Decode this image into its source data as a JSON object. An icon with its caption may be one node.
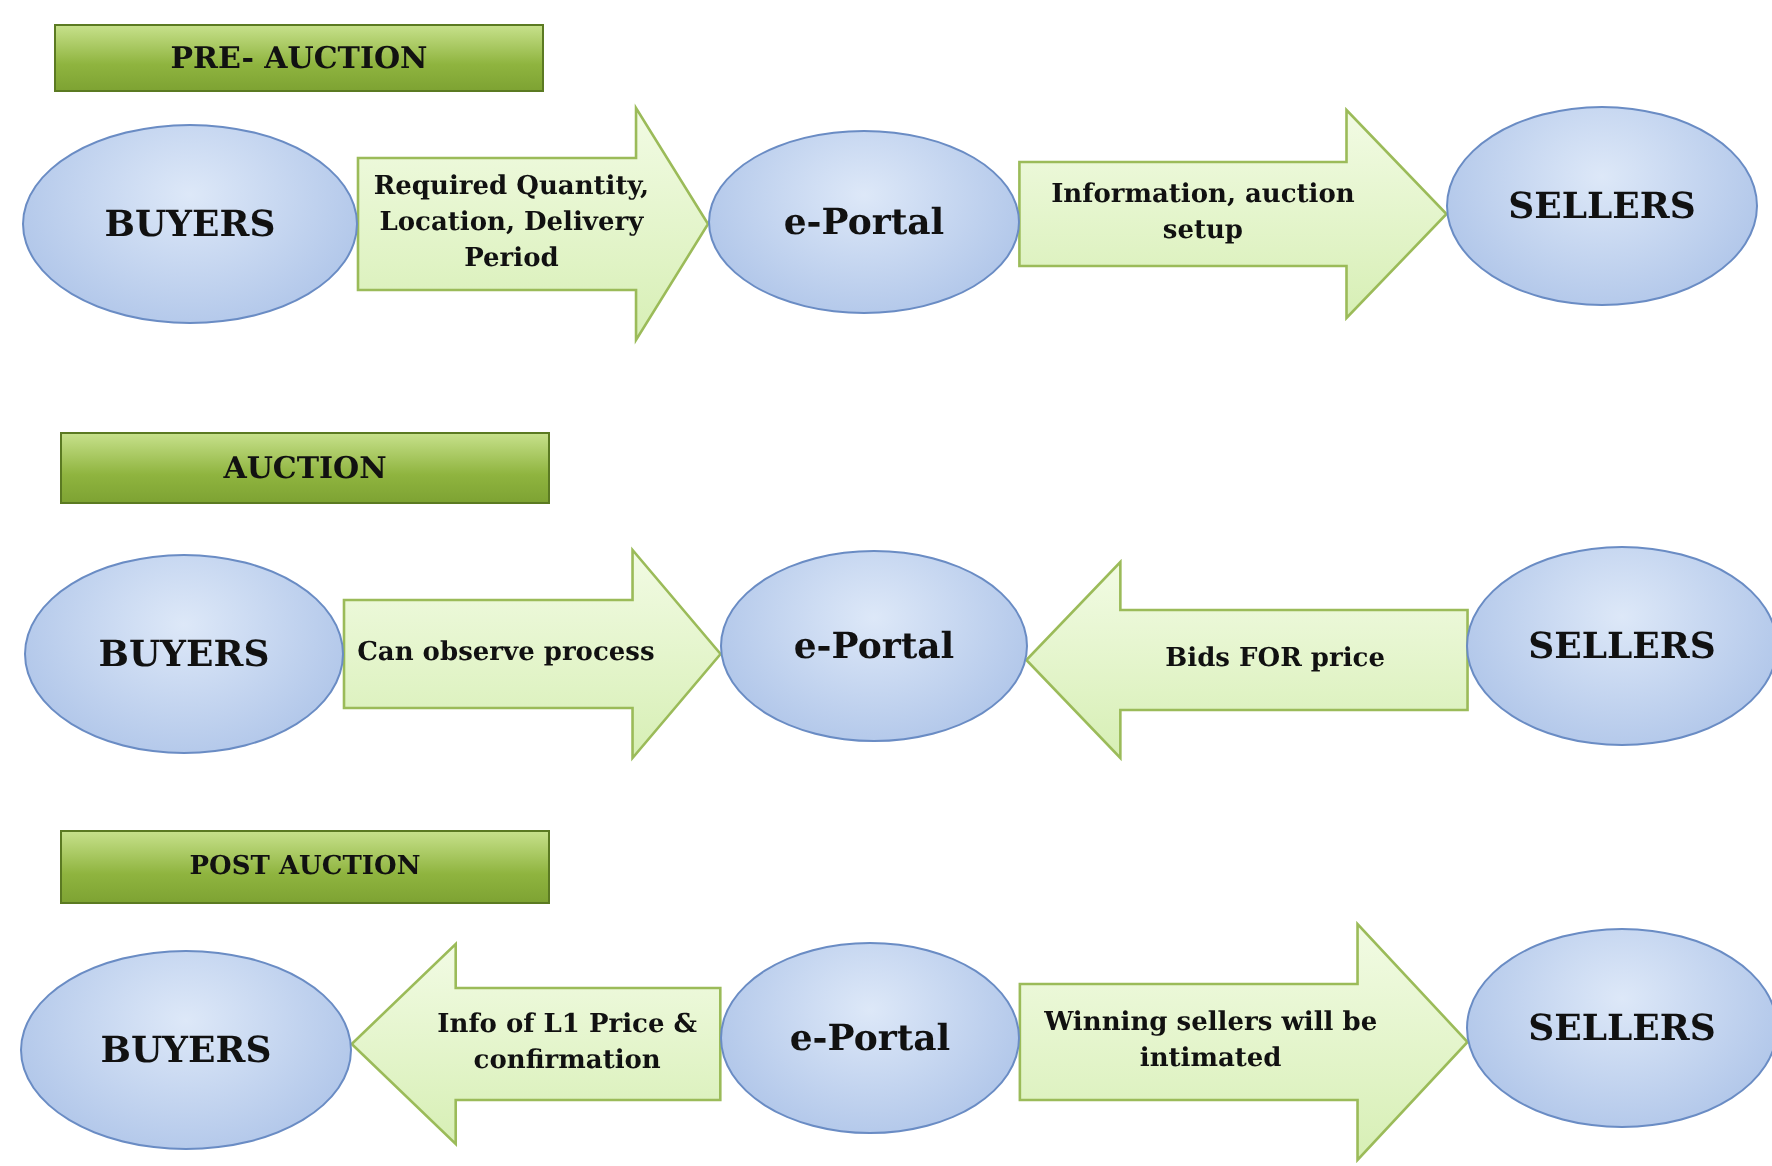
{
  "diagram": {
    "nodes": [
      {
        "text": [
          "PRE- AUCTION"
        ]
      },
      {
        "text": [
          "BUYERS"
        ]
      },
      {
        "text": [
          "e-Portal"
        ]
      },
      {
        "text": [
          "SELLERS"
        ]
      },
      {
        "text": [
          "AUCTION"
        ]
      },
      {
        "text": [
          "BUYERS"
        ]
      },
      {
        "text": [
          "e-Portal"
        ]
      },
      {
        "text": [
          "SELLERS"
        ]
      },
      {
        "text": [
          "POST AUCTION"
        ]
      },
      {
        "text": [
          "BUYERS"
        ]
      },
      {
        "text": [
          "e-Portal"
        ]
      },
      {
        "text": [
          "SELLERS"
        ]
      }
    ],
    "edges": [
      {
        "from": 1,
        "to": 2,
        "arrow": "to",
        "label": "Required Quantity, Location, Delivery Period"
      },
      {
        "from": 2,
        "to": 3,
        "arrow": "to",
        "label": "Information, auction setup"
      },
      {
        "from": 5,
        "to": 6,
        "arrow": "to",
        "label": "Can observe process"
      },
      {
        "from": 7,
        "to": 6,
        "arrow": "to",
        "label": "Bids FOR price"
      },
      {
        "from": 10,
        "to": 9,
        "arrow": "to",
        "label": "Info of L1 Price & confirmation"
      },
      {
        "from": 10,
        "to": 11,
        "arrow": "to",
        "label": "Winning sellers will be intimated"
      }
    ]
  }
}
